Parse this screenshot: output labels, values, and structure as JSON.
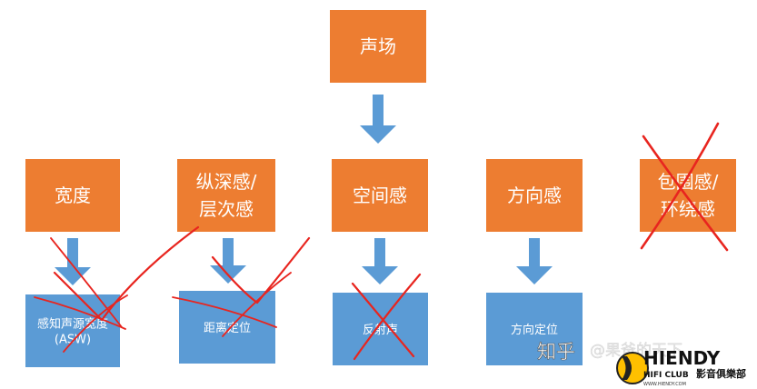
{
  "colors": {
    "orange": "#ED7D31",
    "blue": "#5B9BD5",
    "arrow": "#5B9BD5",
    "cross": "#E8251F",
    "check": "#E8251F"
  },
  "top": {
    "label": "声场"
  },
  "mid": [
    {
      "id": "width",
      "lines": [
        "宽度"
      ]
    },
    {
      "id": "depth",
      "lines": [
        "纵深感/",
        "层次感"
      ]
    },
    {
      "id": "space",
      "lines": [
        "空间感"
      ]
    },
    {
      "id": "direction",
      "lines": [
        "方向感"
      ]
    },
    {
      "id": "envelop",
      "lines": [
        "包围感/",
        "环绕感"
      ]
    }
  ],
  "bottom": [
    {
      "id": "asw",
      "lines": [
        "感知声源宽度",
        "(ASW)"
      ]
    },
    {
      "id": "distance",
      "lines": [
        "距离定位"
      ]
    },
    {
      "id": "reflection",
      "lines": [
        "反射声"
      ]
    },
    {
      "id": "dirloc",
      "lines": [
        "方向定位"
      ]
    }
  ],
  "marks": {
    "asw": "check-and-cross",
    "distance": "check-and-cross",
    "reflection": "cross",
    "envelop": "cross"
  },
  "watermark": {
    "zhihu": "知乎",
    "user": "@果爸的天下",
    "logo_text": "HIENDY",
    "logo_sub": "HIFI CLUB",
    "logo_url": "WWW.HIENDY.COM",
    "logo_cn": "影音俱樂部"
  }
}
